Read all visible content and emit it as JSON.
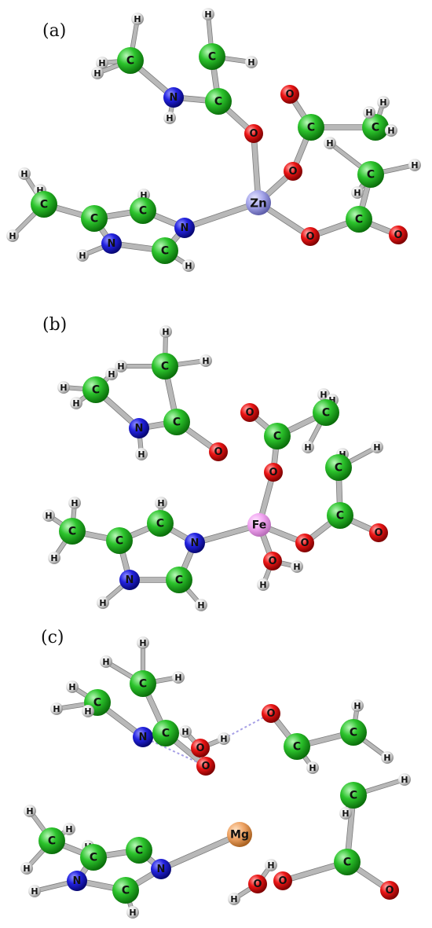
{
  "panels": [
    {
      "id": "a",
      "label": "(a)",
      "atoms": [
        {
          "id": "a_H1",
          "el": "H"
        },
        {
          "id": "a_H2",
          "el": "H"
        },
        {
          "id": "a_H3",
          "el": "H"
        },
        {
          "id": "a_C1",
          "el": "C"
        },
        {
          "id": "a_H4",
          "el": "H"
        },
        {
          "id": "a_C2",
          "el": "C"
        },
        {
          "id": "a_H5",
          "el": "H"
        },
        {
          "id": "a_N1",
          "el": "N"
        },
        {
          "id": "a_H6",
          "el": "H"
        },
        {
          "id": "a_C3",
          "el": "C"
        },
        {
          "id": "a_O1",
          "el": "O"
        },
        {
          "id": "a_O2",
          "el": "O"
        },
        {
          "id": "a_C4",
          "el": "C"
        },
        {
          "id": "a_H7",
          "el": "H"
        },
        {
          "id": "a_C5",
          "el": "C"
        },
        {
          "id": "a_H8",
          "el": "H"
        },
        {
          "id": "a_H9",
          "el": "H"
        },
        {
          "id": "a_O3",
          "el": "O"
        },
        {
          "id": "a_H10",
          "el": "H"
        },
        {
          "id": "a_C6",
          "el": "C"
        },
        {
          "id": "a_H11",
          "el": "H"
        },
        {
          "id": "a_H12",
          "el": "H"
        },
        {
          "id": "a_Zn",
          "el": "Zn"
        },
        {
          "id": "a_C7",
          "el": "C"
        },
        {
          "id": "a_O4",
          "el": "O"
        },
        {
          "id": "a_O5",
          "el": "O"
        },
        {
          "id": "a_H13",
          "el": "H"
        },
        {
          "id": "a_H14",
          "el": "H"
        },
        {
          "id": "a_C8",
          "el": "C"
        },
        {
          "id": "a_H15",
          "el": "H"
        },
        {
          "id": "a_C9",
          "el": "C"
        },
        {
          "id": "a_C10",
          "el": "C"
        },
        {
          "id": "a_N2",
          "el": "N"
        },
        {
          "id": "a_H16",
          "el": "H"
        },
        {
          "id": "a_N3",
          "el": "N"
        },
        {
          "id": "a_C11",
          "el": "C"
        },
        {
          "id": "a_H17",
          "el": "H"
        },
        {
          "id": "a_H18",
          "el": "H"
        },
        {
          "id": "a_H19",
          "el": "H"
        }
      ]
    },
    {
      "id": "b",
      "label": "(b)",
      "atoms": [
        {
          "id": "b_H1",
          "el": "H"
        },
        {
          "id": "b_C1",
          "el": "C"
        },
        {
          "id": "b_H2",
          "el": "H"
        },
        {
          "id": "b_H3",
          "el": "H"
        },
        {
          "id": "b_H4",
          "el": "H"
        },
        {
          "id": "b_H5",
          "el": "H"
        },
        {
          "id": "b_C2",
          "el": "C"
        },
        {
          "id": "b_H6",
          "el": "H"
        },
        {
          "id": "b_N1",
          "el": "N"
        },
        {
          "id": "b_C3",
          "el": "C"
        },
        {
          "id": "b_O1",
          "el": "O"
        },
        {
          "id": "b_H7",
          "el": "H"
        },
        {
          "id": "b_O2",
          "el": "O"
        },
        {
          "id": "b_C4",
          "el": "C"
        },
        {
          "id": "b_H8",
          "el": "H"
        },
        {
          "id": "b_H9",
          "el": "H"
        },
        {
          "id": "b_C5",
          "el": "C"
        },
        {
          "id": "b_H10",
          "el": "H"
        },
        {
          "id": "b_O3",
          "el": "O"
        },
        {
          "id": "b_H11",
          "el": "H"
        },
        {
          "id": "b_H12",
          "el": "H"
        },
        {
          "id": "b_C6",
          "el": "C"
        },
        {
          "id": "b_C7",
          "el": "C"
        },
        {
          "id": "b_O4",
          "el": "O"
        },
        {
          "id": "b_O5",
          "el": "O"
        },
        {
          "id": "b_Fe",
          "el": "Fe"
        },
        {
          "id": "b_O6",
          "el": "O"
        },
        {
          "id": "b_H13",
          "el": "H"
        },
        {
          "id": "b_H14",
          "el": "H"
        },
        {
          "id": "b_H15",
          "el": "H"
        },
        {
          "id": "b_H16",
          "el": "H"
        },
        {
          "id": "b_C8",
          "el": "C"
        },
        {
          "id": "b_H17",
          "el": "H"
        },
        {
          "id": "b_H18",
          "el": "H"
        },
        {
          "id": "b_C9",
          "el": "C"
        },
        {
          "id": "b_C10",
          "el": "C"
        },
        {
          "id": "b_N2",
          "el": "N"
        },
        {
          "id": "b_N3",
          "el": "N"
        },
        {
          "id": "b_C11",
          "el": "C"
        },
        {
          "id": "b_H19",
          "el": "H"
        },
        {
          "id": "b_H20",
          "el": "H"
        }
      ]
    },
    {
      "id": "c",
      "label": "(c)",
      "atoms": [
        {
          "id": "c_H1",
          "el": "H"
        },
        {
          "id": "c_C1",
          "el": "C"
        },
        {
          "id": "c_H2",
          "el": "H"
        },
        {
          "id": "c_H3",
          "el": "H"
        },
        {
          "id": "c_H4",
          "el": "H"
        },
        {
          "id": "c_C2",
          "el": "C"
        },
        {
          "id": "c_H5",
          "el": "H"
        },
        {
          "id": "c_H6",
          "el": "H"
        },
        {
          "id": "c_N1",
          "el": "N"
        },
        {
          "id": "c_C3",
          "el": "C"
        },
        {
          "id": "c_H7",
          "el": "H"
        },
        {
          "id": "c_O1",
          "el": "O"
        },
        {
          "id": "c_H8",
          "el": "H"
        },
        {
          "id": "c_O2",
          "el": "O"
        },
        {
          "id": "c_C4",
          "el": "C"
        },
        {
          "id": "c_H9",
          "el": "H"
        },
        {
          "id": "c_C5",
          "el": "C"
        },
        {
          "id": "c_H10",
          "el": "H"
        },
        {
          "id": "c_O3",
          "el": "O"
        },
        {
          "id": "c_H11",
          "el": "H"
        },
        {
          "id": "c_H12",
          "el": "H"
        },
        {
          "id": "c_C6",
          "el": "C"
        },
        {
          "id": "c_H13",
          "el": "H"
        },
        {
          "id": "c_Mg",
          "el": "Mg"
        },
        {
          "id": "c_H14",
          "el": "H"
        },
        {
          "id": "c_H15",
          "el": "H"
        },
        {
          "id": "c_C7",
          "el": "C"
        },
        {
          "id": "c_H16",
          "el": "H"
        },
        {
          "id": "c_C8",
          "el": "C"
        },
        {
          "id": "c_H17",
          "el": "H"
        },
        {
          "id": "c_C9",
          "el": "C"
        },
        {
          "id": "c_N2",
          "el": "N"
        },
        {
          "id": "c_N3",
          "el": "N"
        },
        {
          "id": "c_C10",
          "el": "C"
        },
        {
          "id": "c_H18",
          "el": "H"
        },
        {
          "id": "c_H19",
          "el": "H"
        },
        {
          "id": "c_C11",
          "el": "C"
        },
        {
          "id": "c_O4",
          "el": "O"
        },
        {
          "id": "c_O5",
          "el": "O"
        },
        {
          "id": "c_H20",
          "el": "H"
        },
        {
          "id": "c_O6",
          "el": "O"
        },
        {
          "id": "c_H21",
          "el": "H"
        }
      ]
    }
  ],
  "element_colors": {
    "C": "#1fb51f",
    "N": "#1a1ad6",
    "O": "#e00b0b",
    "H": "#eeeeee",
    "Zn": "#9f9fe6",
    "Fe": "#ee9cee",
    "Mg": "#f0a868"
  }
}
